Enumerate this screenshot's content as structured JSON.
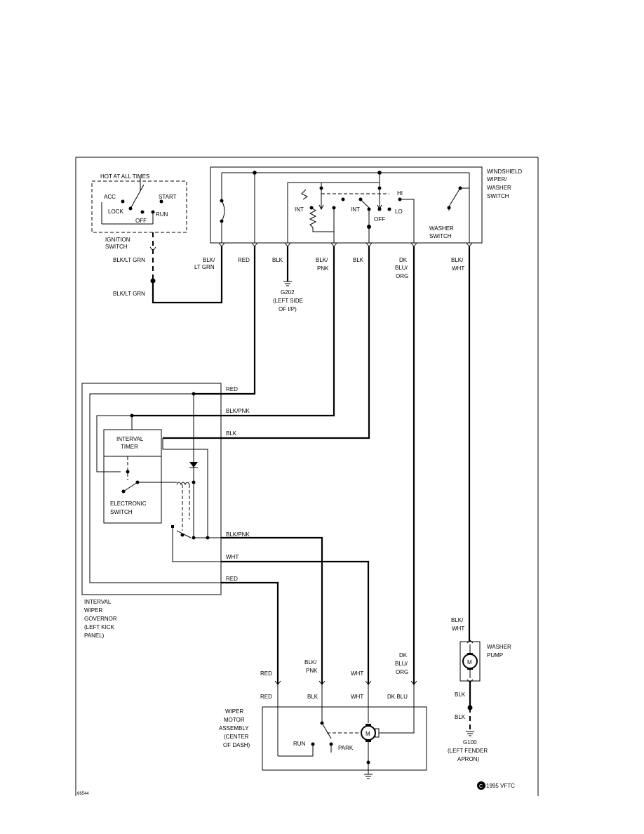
{
  "ignition": {
    "title": "HOT AT ALL TIMES",
    "acc": "ACC",
    "start": "START",
    "lock": "LOCK",
    "run": "RUN",
    "off": "OFF",
    "name_1": "IGNITION",
    "name_2": "SWITCH"
  },
  "wiper_switch": {
    "name_1": "WINDSHIELD",
    "name_2": "WIPER/",
    "name_3": "WASHER",
    "name_4": "SWITCH",
    "int_left": "INT",
    "int_right": "INT",
    "off": "OFF",
    "hi": "HI",
    "lo": "LO",
    "washer_1": "WASHER",
    "washer_2": "SWITCH"
  },
  "wires": {
    "blk_ltgrn_a": "BLK/LT GRN",
    "blk_ltgrn_b": "BLK/LT GRN",
    "blk_ltgrn_c1": "BLK/",
    "blk_ltgrn_c2": "LT GRN",
    "red_top": "RED",
    "blk_ground": "BLK",
    "blk_pnk_1": "BLK/",
    "blk_pnk_2": "PNK",
    "blk_top": "BLK",
    "dkbluorg_1": "DK",
    "dkbluorg_2": "BLU/",
    "dkbluorg_3": "ORG",
    "blkwht_1": "BLK/",
    "blkwht_2": "WHT"
  },
  "ground_g202": {
    "id": "G202",
    "loc_1": "(LEFT SIDE",
    "loc_2": "OF I/P)"
  },
  "governor": {
    "red_in": "RED",
    "blkpnk_in": "BLK/PNK",
    "blk_in": "BLK",
    "timer_1": "INTERVAL",
    "timer_2": "TIMER",
    "switch_1": "ELECTRONIC",
    "switch_2": "SWITCH",
    "blkpnk_out": "BLK/PNK",
    "wht_out": "WHT",
    "red_out": "RED",
    "name_1": "INTERVAL",
    "name_2": "WIPER",
    "name_3": "GOVERNOR",
    "name_4": "(LEFT KICK",
    "name_5": "PANEL)"
  },
  "washer_pump": {
    "blkwht_1": "BLK/",
    "blkwht_2": "WHT",
    "name_1": "WASHER",
    "name_2": "PUMP",
    "motor": "M",
    "blk_a": "BLK",
    "blk_b": "BLK",
    "ground_id": "G100",
    "ground_1": "(LEFT FENDER",
    "ground_2": "APRON)"
  },
  "wiper_motor": {
    "red_a": "RED",
    "red_b": "RED",
    "blkpnk_1": "BLK/",
    "blkpnk_2": "PNK",
    "blk": "BLK",
    "wht_a": "WHT",
    "wht_b": "WHT",
    "dkbluorg_1": "DK",
    "dkbluorg_2": "BLU/",
    "dkbluorg_3": "ORG",
    "dkblu": "DK BLU",
    "name_1": "WIPER",
    "name_2": "MOTOR",
    "name_3": "ASSEMBLY",
    "name_4": "(CENTER",
    "name_5": "OF DASH)",
    "run": "RUN",
    "park": "PARK",
    "motor": "M"
  },
  "footer": {
    "figure_number": "66544",
    "copyright_symbol": "C",
    "copyright_text": "1995 VFTC"
  }
}
